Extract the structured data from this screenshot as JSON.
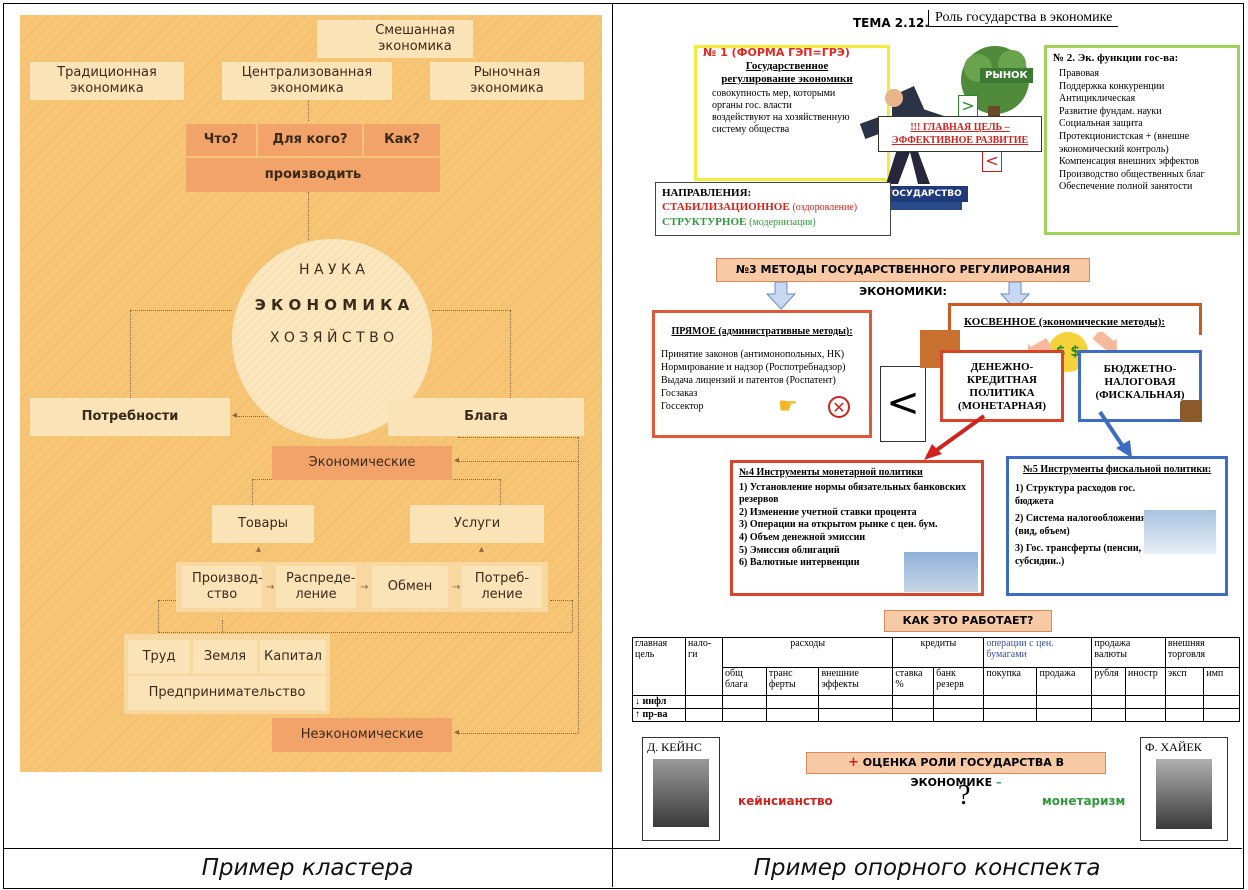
{
  "captions": {
    "left": "Пример кластера",
    "right": "Пример опорного конспекта"
  },
  "cluster": {
    "mixed": "Смешанная экономика",
    "traditional": "Традиционная экономика",
    "centralized": "Централизованная экономика",
    "market": "Рыночная экономика",
    "questions": [
      "Что?",
      "Для кого?",
      "Как?"
    ],
    "produce": "производить",
    "science": "Н А У К А",
    "economics": "Э К О Н О М И К А",
    "household": "Х О З Я Й С Т В О",
    "needs": "Потребности",
    "goods": "Блага",
    "economic": "Экономические",
    "products": "Товары",
    "services": "Услуги",
    "stages": [
      "Производ-ство",
      "Распреде-ление",
      "Обмен",
      "Потреб-ление"
    ],
    "factors": [
      "Труд",
      "Земля",
      "Капитал"
    ],
    "entrepreneurship": "Предпринимательство",
    "noneconomic": "Неэкономические"
  },
  "konspekt": {
    "topic_prefix": "ТЕМА 2.12.",
    "topic": "Роль государства в экономике",
    "n1_head": "№ 1 (ФОРМА ГЭП=ГРЭ)",
    "n1_title": "Государственное регулирование экономики",
    "n1_text": "совокупность мер, которыми органы гос. власти воздействуют на хозяйственную систему общества",
    "market_label": "РЫНОК",
    "state_label": "ГОСУДАРСТВО",
    "gt": ">",
    "lt": "<",
    "goal": "!!! ГЛАВНАЯ ЦЕЛЬ – ЭФФЕКТИВНОЕ РАЗВИТИЕ",
    "directions_head": "НАПРАВЛЕНИЯ:",
    "dir1": "СТАБИЛИЗАЦИОННОЕ",
    "dir1_note": "(оздоровление)",
    "dir2": "СТРУКТУРНОЕ",
    "dir2_note": "(модернизация)",
    "n2_head": "№ 2. Эк. функции гос-ва:",
    "n2_items": [
      "Правовая",
      "Поддержка конкуренции",
      "Антициклическая",
      "Развитие фундам. науки",
      "Социальная защита",
      "Протекционистская + (внешне экономический контроль)",
      "Компенсация внешних эффектов",
      "Производство общественных благ",
      "Обеспечение полной занятости"
    ],
    "n3": "№3 МЕТОДЫ ГОСУДАРСТВЕННОГО РЕГУЛИРОВАНИЯ ЭКОНОМИКИ:",
    "direct_head": "ПРЯМОЕ (административные методы):",
    "direct_items": [
      "Принятие законов (антимонопольных, НК)",
      "Нормирование и надзор (Роспотребнадзор)",
      "Выдача лицензий и патентов (Роспатент)",
      "Госзаказ",
      "Госсектор"
    ],
    "big_lt": "<",
    "indirect_head": "КОСВЕННОЕ (экономические методы):",
    "monetary": "ДЕНЕЖНО-КРЕДИТНАЯ ПОЛИТИКА (МОНЕТАРНАЯ)",
    "fiscal": "БЮДЖЕТНО-НАЛОГОВАЯ (ФИСКАЛЬНАЯ)",
    "n4_head": "№4 Инструменты монетарной политики",
    "n4_items": [
      "1) Установление нормы обязательных банковских резервов",
      "2) Изменение учетной ставки процента",
      "3) Операции на открытом рынке с цен. бум.",
      "4) Объем денежной эмиссии",
      "5) Эмиссия облигаций",
      "6) Валютные интервенции"
    ],
    "n5_head": "№5 Инструменты фискальной политики:",
    "n5_items": [
      "1) Структура расходов гос. бюджета",
      "2) Система налогообложения (вид, объем)",
      "3) Гос. трансферты (пенсии, пособия, субсидии..)"
    ],
    "how": "КАК ЭТО РАБОТАЕТ?",
    "table": {
      "h1": [
        "главная цель",
        "нало-ги",
        "расходы",
        "кредиты",
        "операции с цен. бумагами",
        "продажа валюты",
        "внешняя торговля"
      ],
      "h2": [
        "общ блага",
        "транс ферты",
        "внешние эффекты",
        "ставка %",
        "банк резерв",
        "покупка",
        "продажа",
        "рубля",
        "иностр",
        "эксп",
        "имп"
      ],
      "rows": [
        "↓ инфл",
        "↑ пр-ва"
      ]
    },
    "keynes": "Д. КЕЙНС",
    "hayek": "Ф. ХАЙЕК",
    "assessment_plus": "+",
    "assessment": "ОЦЕНКА РОЛИ ГОСУДАРСТВА В ЭКОНОМИКЕ",
    "assessment_minus": "–",
    "keynesianism": "кейнсианство",
    "question": "?",
    "monetarism": "монетаризм"
  }
}
